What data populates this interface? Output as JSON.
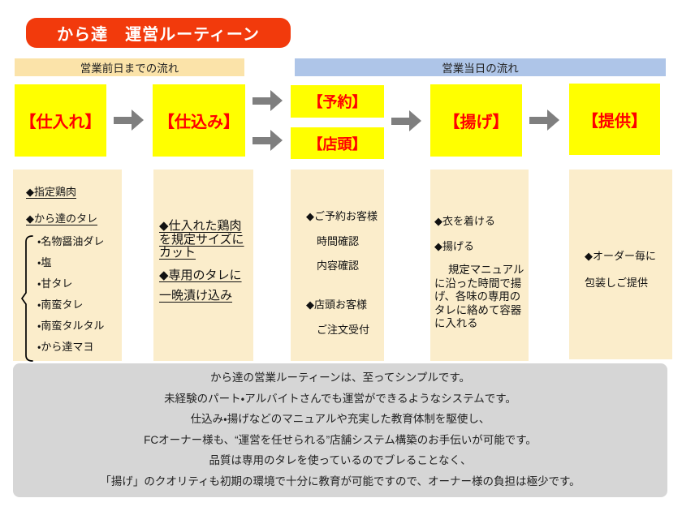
{
  "title": "から達　運営ルーティーン",
  "phase_headers": {
    "before_day": "営業前日までの流れ",
    "business_day": "営業当日の流れ"
  },
  "steps": {
    "purchase": "【仕入れ】",
    "prep": "【仕込み】",
    "reservation": "【予約】",
    "storefront": "【店頭】",
    "fry": "【揚げ】",
    "serve": "【提供】"
  },
  "panels": {
    "purchase": {
      "heading1": "◆指定鶏肉",
      "heading2": "◆から達のタレ",
      "sauces": [
        "・名物醤油ダレ",
        "・塩",
        "・甘タレ",
        "・南蛮タレ",
        "・南蛮タルタル",
        "・から達マヨ"
      ]
    },
    "prep": {
      "block1": "◆仕入れた鶏肉を規定サイズにカット",
      "block2_line1": "◆専用のタレに",
      "block2_line2": "一晩漬け込み"
    },
    "order": {
      "heading1": "◆ご予約お客様",
      "sub1": "時間確認",
      "sub2": "内容確認",
      "heading2": "◆店頭お客様",
      "sub3": "ご注文受付"
    },
    "fry": {
      "heading1": "◆衣を着ける",
      "heading2": "◆揚げる",
      "paragraph": "規定マニュアルに沿った時間で揚げ、各味の専用のタレに絡めて容器に入れる"
    },
    "serve": {
      "line1": "◆オーダー毎に",
      "line2": "包装しご提供"
    }
  },
  "footer_lines": [
    "から達の営業ルーティーンは、至ってシンプルです。",
    "未経験のパート・アルバイトさんでも運営ができるようなシステムです。",
    "仕込み・揚げなどのマニュアルや充実した教育体制を駆使し、",
    "FCオーナー様も、“運営を任せられる”店舗システム構築のお手伝いが可能です。",
    "品質は専用のタレを使っているのでブレることなく、",
    "「揚げ」のクオリティも初期の環境で十分に教育が可能ですので、オーナー様の負担は極少です。"
  ],
  "colors": {
    "brand_red": "#f23a0c",
    "header_cream": "#fbe3a9",
    "header_blue": "#aec5e8",
    "step_yellow": "#ffff00",
    "step_red": "#ff0000",
    "panel_cream": "#fbedcb",
    "footer_gray": "#d6d6d6",
    "arrow_gray": "#7f7f7f"
  }
}
